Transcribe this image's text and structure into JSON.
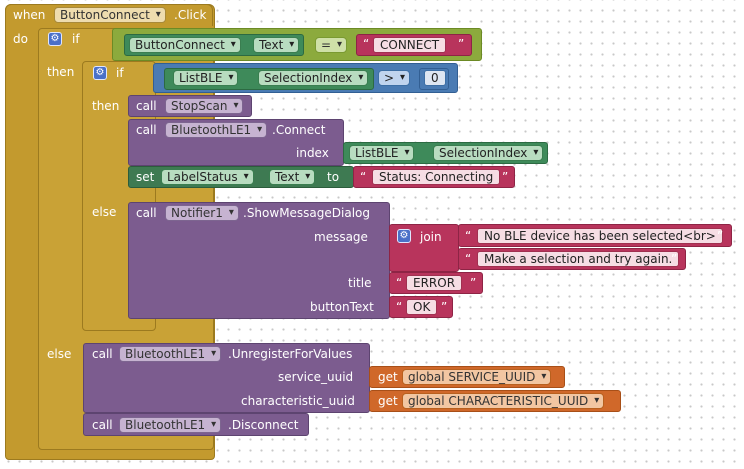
{
  "event": {
    "when": "when",
    "component": "ButtonConnect",
    "event": ".Click",
    "do": "do"
  },
  "outer_if": {
    "if": "if",
    "then": "then",
    "else": "else",
    "cond": {
      "component": "ButtonConnect",
      "property": "Text",
      "op": "=",
      "value": "CONNECT"
    }
  },
  "inner_if": {
    "if": "if",
    "then": "then",
    "else": "else",
    "cond": {
      "component": "ListBLE",
      "property": "SelectionIndex",
      "op": ">",
      "value": "0"
    }
  },
  "stopscan": {
    "call": "call",
    "component": "StopScan"
  },
  "connect": {
    "call": "call",
    "component": "BluetoothLE1",
    "method": ".Connect",
    "param": "index",
    "arg": {
      "component": "ListBLE",
      "property": "SelectionIndex"
    }
  },
  "set_status": {
    "set": "set",
    "component": "LabelStatus",
    "property": "Text",
    "to": "to",
    "value": "Status: Connecting"
  },
  "notifier": {
    "call": "call",
    "component": "Notifier1",
    "method": ".ShowMessageDialog",
    "message": "message",
    "join": "join",
    "join_items": [
      "No BLE device has been selected<br>",
      "Make a selection and try again."
    ],
    "title_label": "title",
    "title_value": "ERROR",
    "button_label": "buttonText",
    "button_value": "OK"
  },
  "unregister": {
    "call": "call",
    "component": "BluetoothLE1",
    "method": ".UnregisterForValues",
    "service_label": "service_uuid",
    "service_get": "get",
    "service_var": "global SERVICE_UUID",
    "char_label": "characteristic_uuid",
    "char_get": "get",
    "char_var": "global CHARACTERISTIC_UUID"
  },
  "disconnect": {
    "call": "call",
    "component": "BluetoothLE1",
    "method": ".Disconnect"
  },
  "colors": {
    "event": "#c39a2e",
    "procedure": "#7c5c8f",
    "setter": "#3e7a52",
    "compare": "#8caa3d",
    "math": "#4a7bb3",
    "getter": "#3e8a5a",
    "text": "#b8345c",
    "variable": "#d0682a"
  }
}
